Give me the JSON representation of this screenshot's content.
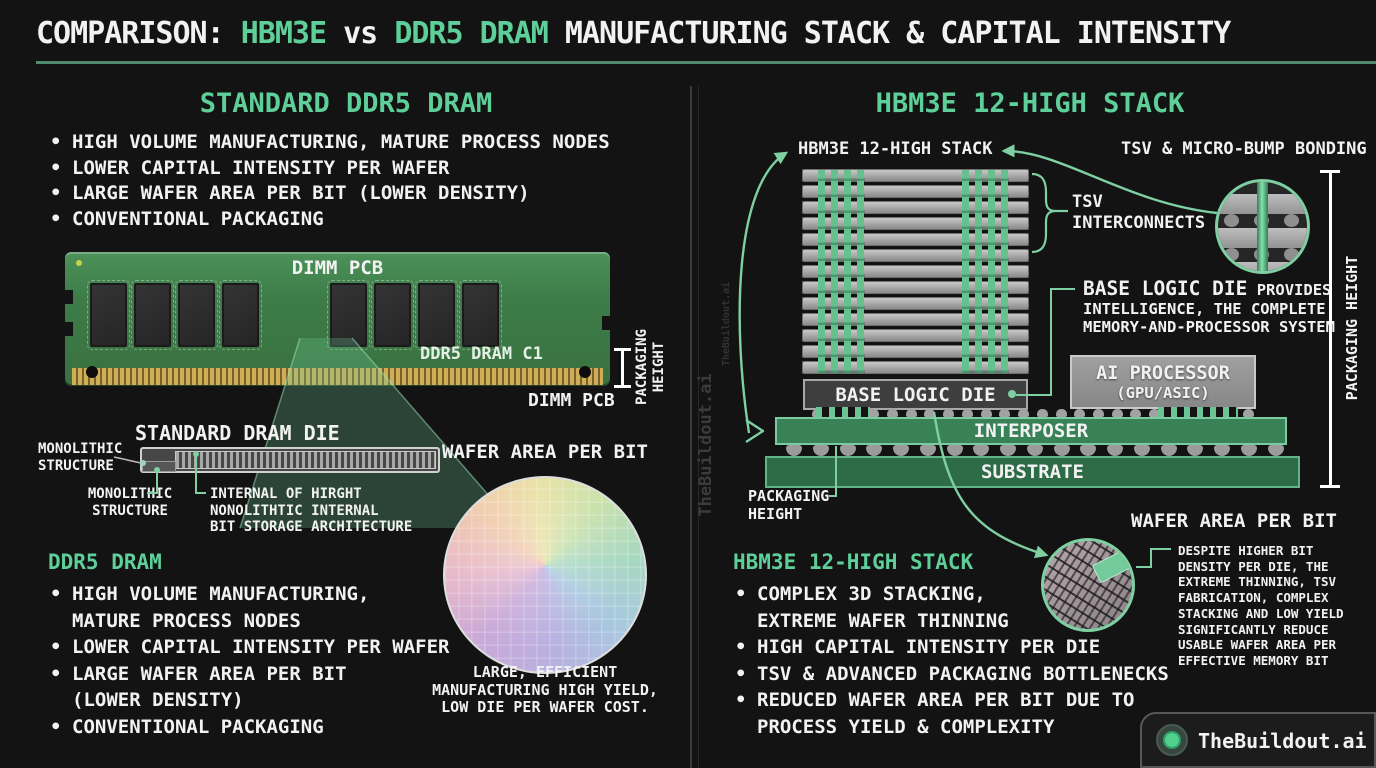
{
  "title": {
    "part1": "COMPARISON: ",
    "accent1": "HBM3E",
    "part2": " vs ",
    "accent2": "DDR5 DRAM",
    "part3": " MANUFACTURING STACK & CAPITAL INTENSITY"
  },
  "colors": {
    "accent_green": "#5ecf99",
    "pcb_green": "#3d7c49",
    "gold_connector": "#cfae57",
    "interposer_green": "#398257",
    "substrate_green": "#2e6b47",
    "tsv_green": "#67c18f"
  },
  "left": {
    "header": "STANDARD DDR5 DRAM",
    "top_bullets": [
      "HIGH VOLUME MANUFACTURING, MATURE PROCESS NODES",
      "LOWER CAPITAL INTENSITY PER WAFER",
      "LARGE WAFER AREA PER BIT (LOWER DENSITY)",
      "CONVENTIONAL PACKAGING"
    ],
    "dimm": {
      "top_label": "DIMM PCB",
      "chip_label": "DDR5 DRAM C1",
      "bottom_label": "DIMM PCB",
      "height_label": "PACKAGING\nHEIGHT"
    },
    "die": {
      "title": "STANDARD DRAM DIE",
      "monolithic_left": "MONOLITHIC\nSTRUCTURE",
      "monolithic_bottom": "MONOLITHIC\nSTRUCTURE",
      "internal_note": "INTERNAL OF HIRGHT\nNONOLITHTIC INTERNAL\nBIT STORAGE ARCHITECTURE"
    },
    "summary": {
      "header": "DDR5 DRAM",
      "bullets": [
        "HIGH VOLUME MANUFACTURING,\nMATURE PROCESS NODES",
        "LOWER CAPITAL INTENSITY PER WAFER",
        "LARGE WAFER AREA PER BIT\n(LOWER DENSITY)",
        "CONVENTIONAL PACKAGING"
      ]
    },
    "wafer": {
      "title": "WAFER AREA PER BIT",
      "caption": "LARGE, EFFICIENT\nMANUFACTURING HIGH YIELD,\nLOW DIE PER WAFER COST."
    }
  },
  "right": {
    "header": "HBM3E 12-HIGH STACK",
    "stack_label": "HBM3E 12-HIGH STACK",
    "bonding_label": "TSV & MICRO-BUMP BONDING",
    "tsv_label": "TSV\nINTERCONNECTS",
    "base_logic": {
      "box_label": "BASE LOGIC DIE",
      "note_strong": "BASE LOGIC DIE",
      "note_rest": " PROVIDES",
      "note_lines": "INTELLIGENCE, THE COMPLETE\nMEMORY-AND-PROCESSOR SYSTEM"
    },
    "ai_processor": {
      "line1": "AI PROCESSOR",
      "line2": "(GPU/ASIC)"
    },
    "interposer_label": "INTERPOSER",
    "substrate_label": "SUBSTRATE",
    "packaging_height_left": "PACKAGING\nHEIGHT",
    "packaging_height_right": "PACKAGING HEIGHT",
    "wafer": {
      "title": "WAFER AREA PER BIT",
      "note": "DESPITE HIGHER BIT\nDENSITY PER DIE, THE\nEXTREME THINNING, TSV\nFABRICATION, COMPLEX\nSTACKING AND LOW YIELD\nSIGNIFICANTLY REDUCE\nUSABLE WAFER AREA PER\nEFFECTIVE MEMORY BIT"
    },
    "summary": {
      "header": "HBM3E 12-HIGH STACK",
      "bullets": [
        "COMPLEX 3D STACKING,\nEXTREME WAFER THINNING",
        "HIGH CAPITAL INTENSITY PER DIE",
        "TSV & ADVANCED PACKAGING BOTTLENECKS",
        "REDUCED WAFER AREA PER BIT DUE TO\nPROCESS YIELD & COMPLEXITY"
      ]
    }
  },
  "watermark": {
    "large": "TheBuildout.ai",
    "small": "TheBuildout.ai"
  },
  "footer": {
    "brand": "TheBuildout.ai"
  }
}
